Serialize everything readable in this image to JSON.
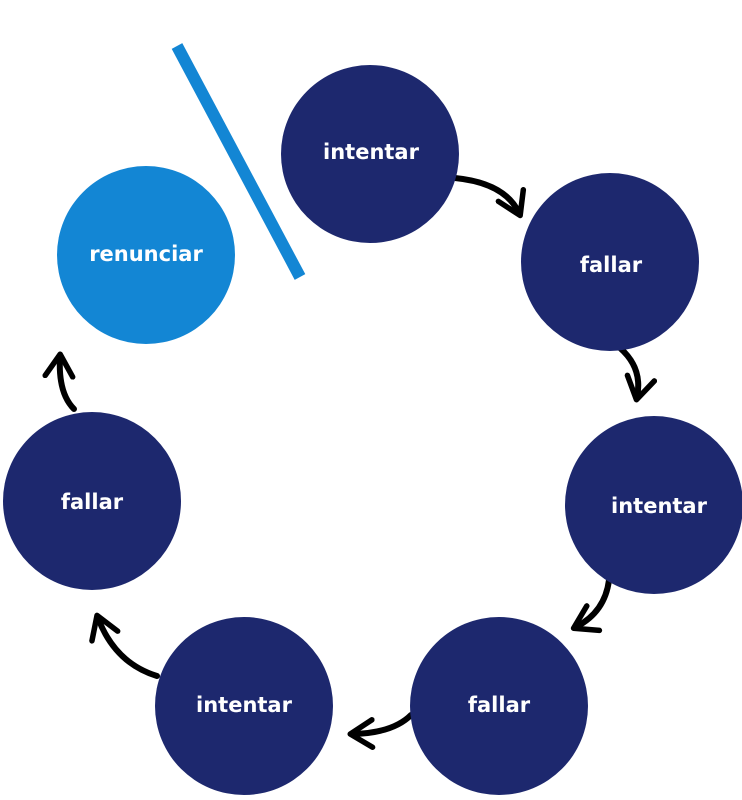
{
  "colors": {
    "cycle_node": "#1d286e",
    "exit_node": "#1386d4",
    "barrier": "#1386d4",
    "arrow": "#000000",
    "label": "#ffffff"
  },
  "nodes": [
    {
      "id": "intentar-1",
      "label": "intentar",
      "kind": "cycle"
    },
    {
      "id": "fallar-1",
      "label": "fallar",
      "kind": "cycle"
    },
    {
      "id": "intentar-2",
      "label": "intentar",
      "kind": "cycle"
    },
    {
      "id": "fallar-2",
      "label": "fallar",
      "kind": "cycle"
    },
    {
      "id": "intentar-3",
      "label": "intentar",
      "kind": "cycle"
    },
    {
      "id": "fallar-3",
      "label": "fallar",
      "kind": "cycle"
    },
    {
      "id": "renunciar",
      "label": "renunciar",
      "kind": "exit"
    }
  ],
  "edges": [
    {
      "from": "intentar-1",
      "to": "fallar-1"
    },
    {
      "from": "fallar-1",
      "to": "intentar-2"
    },
    {
      "from": "intentar-2",
      "to": "fallar-2"
    },
    {
      "from": "fallar-2",
      "to": "intentar-3"
    },
    {
      "from": "intentar-3",
      "to": "fallar-3"
    },
    {
      "from": "fallar-3",
      "to": "renunciar"
    }
  ],
  "barrier": {
    "between": [
      "renunciar",
      "intentar-1"
    ]
  }
}
